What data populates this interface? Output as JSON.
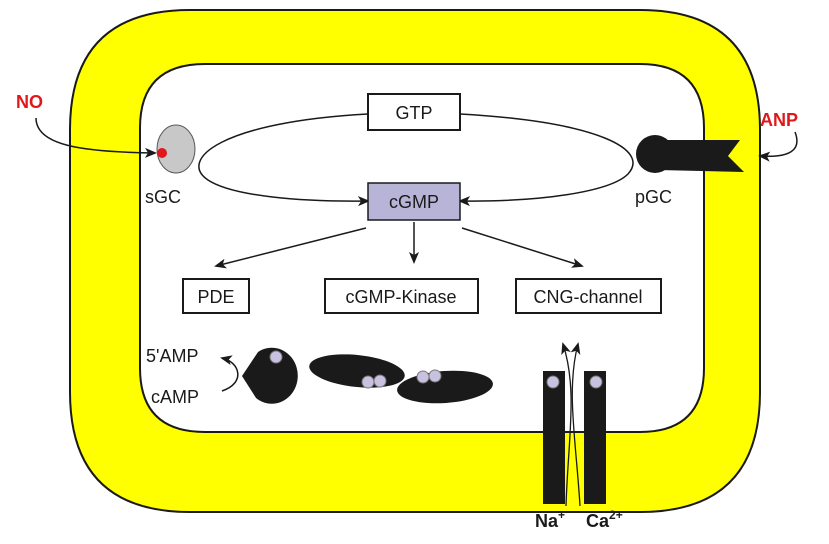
{
  "colors": {
    "membrane": "#ffff00",
    "cgmp_fill": "#b8b4d8",
    "signal_text": "#e0181b",
    "dark": "#1a1a1a",
    "ligand_dot": "#e0181b",
    "bound_cgmp": "#c9c1e0"
  },
  "labels": {
    "no": "NO",
    "anp": "ANP",
    "sgc": "sGC",
    "pgc": "pGC",
    "gtp": "GTP",
    "cgmp": "cGMP",
    "pde": "PDE",
    "kinase": "cGMP-Kinase",
    "cng": "CNG-channel",
    "amp5": "5'AMP",
    "camp": "cAMP",
    "na": "Na",
    "na_sup": "+",
    "ca": "Ca",
    "ca_sup": "2+"
  }
}
